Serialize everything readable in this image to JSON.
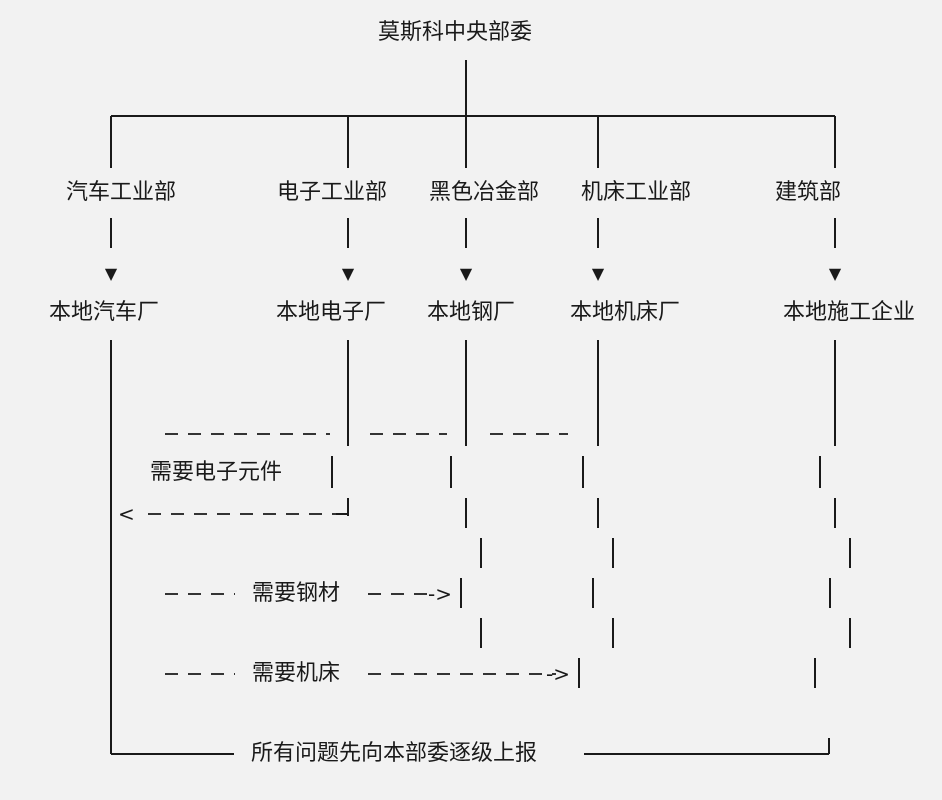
{
  "root": {
    "label": "莫斯科中央部委"
  },
  "ministries": [
    {
      "name": "汽车工业部",
      "factory": "本地汽车厂"
    },
    {
      "name": "电子工业部",
      "factory": "本地电子厂"
    },
    {
      "name": "黑色冶金部",
      "factory": "本地钢厂"
    },
    {
      "name": "机床工业部",
      "factory": "本地机床厂"
    },
    {
      "name": "建筑部",
      "factory": "本地施工企业"
    }
  ],
  "requests": [
    {
      "label": "需要电子元件",
      "arrow_end": "<"
    },
    {
      "label": "需要钢材",
      "arrow_end": "->"
    },
    {
      "label": "需要机床",
      "arrow_end": "->"
    }
  ],
  "footer": {
    "label": "所有问题先向本部委逐级上报"
  },
  "colors": {
    "background": "#f2f2f2",
    "ink": "#1a1a1a"
  }
}
